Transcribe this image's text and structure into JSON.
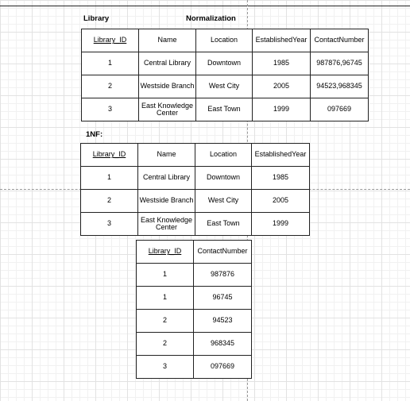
{
  "labels": {
    "library": "Library",
    "normalization": "Normalization",
    "onenf": "1NF:"
  },
  "tables": {
    "library": {
      "headers": [
        "Library_ID",
        "Name",
        "Location",
        "EstablishedYear",
        "ContactNumber"
      ],
      "rows": [
        [
          "1",
          "Central Library",
          "Downtown",
          "1985",
          "987876,96745"
        ],
        [
          "2",
          "Westside Branch",
          "West City",
          "2005",
          "94523,968345"
        ],
        [
          "3",
          "East Knowledge Center",
          "East Town",
          "1999",
          "097669"
        ]
      ]
    },
    "library_1nf": {
      "headers": [
        "Library_ID",
        "Name",
        "Location",
        "EstablishedYear"
      ],
      "rows": [
        [
          "1",
          "Central Library",
          "Downtown",
          "1985"
        ],
        [
          "2",
          "Westside Branch",
          "West City",
          "2005"
        ],
        [
          "3",
          "East Knowledge Center",
          "East Town",
          "1999"
        ]
      ]
    },
    "contacts_1nf": {
      "headers": [
        "Library_ID",
        "ContactNumber"
      ],
      "rows": [
        [
          "1",
          "987876"
        ],
        [
          "1",
          "96745"
        ],
        [
          "2",
          "94523"
        ],
        [
          "2",
          "968345"
        ],
        [
          "3",
          "097669"
        ]
      ]
    }
  }
}
